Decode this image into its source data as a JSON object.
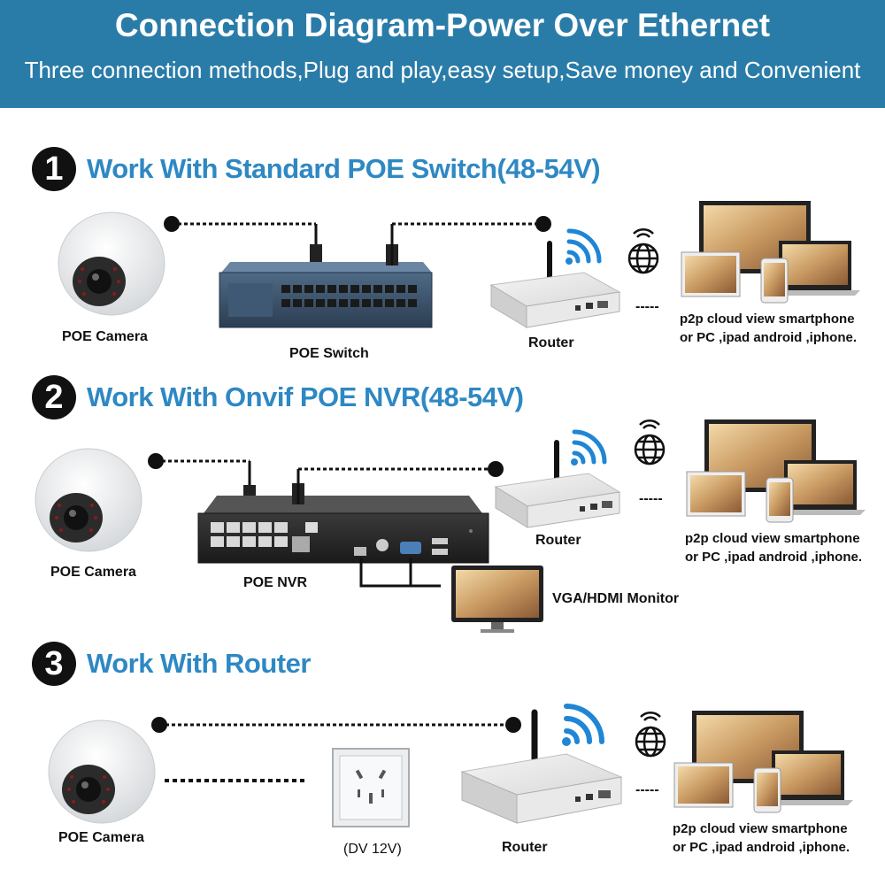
{
  "header": {
    "title": "Connection Diagram-Power Over Ethernet",
    "subtitle": "Three connection methods,Plug and play,easy setup,Save money and Convenient"
  },
  "sections": [
    {
      "number": "1",
      "title": "Work With Standard POE Switch(48-54V)",
      "camera_label": "POE Camera",
      "device_label": "POE Switch",
      "router_label": "Router",
      "dashes": "-----",
      "p2p_line1": "p2p cloud view smartphone",
      "p2p_line2": "or PC ,ipad android ,iphone."
    },
    {
      "number": "2",
      "title": "Work With Onvif POE NVR(48-54V)",
      "camera_label": "POE Camera",
      "device_label": "POE NVR",
      "router_label": "Router",
      "monitor_label": "VGA/HDMI Monitor",
      "dashes": "-----",
      "p2p_line1": "p2p cloud view smartphone",
      "p2p_line2": "or PC ,ipad android ,iphone."
    },
    {
      "number": "3",
      "title": "Work With Router",
      "camera_label": "POE Camera",
      "device_label": "(DV 12V)",
      "router_label": "Router",
      "dashes": "-----",
      "p2p_line1": "p2p cloud view smartphone",
      "p2p_line2": "or PC ,ipad android ,iphone."
    }
  ],
  "colors": {
    "header_bg": "#2a7ca8",
    "section_title": "#2e88c3",
    "wifi": "#1f86d6"
  }
}
